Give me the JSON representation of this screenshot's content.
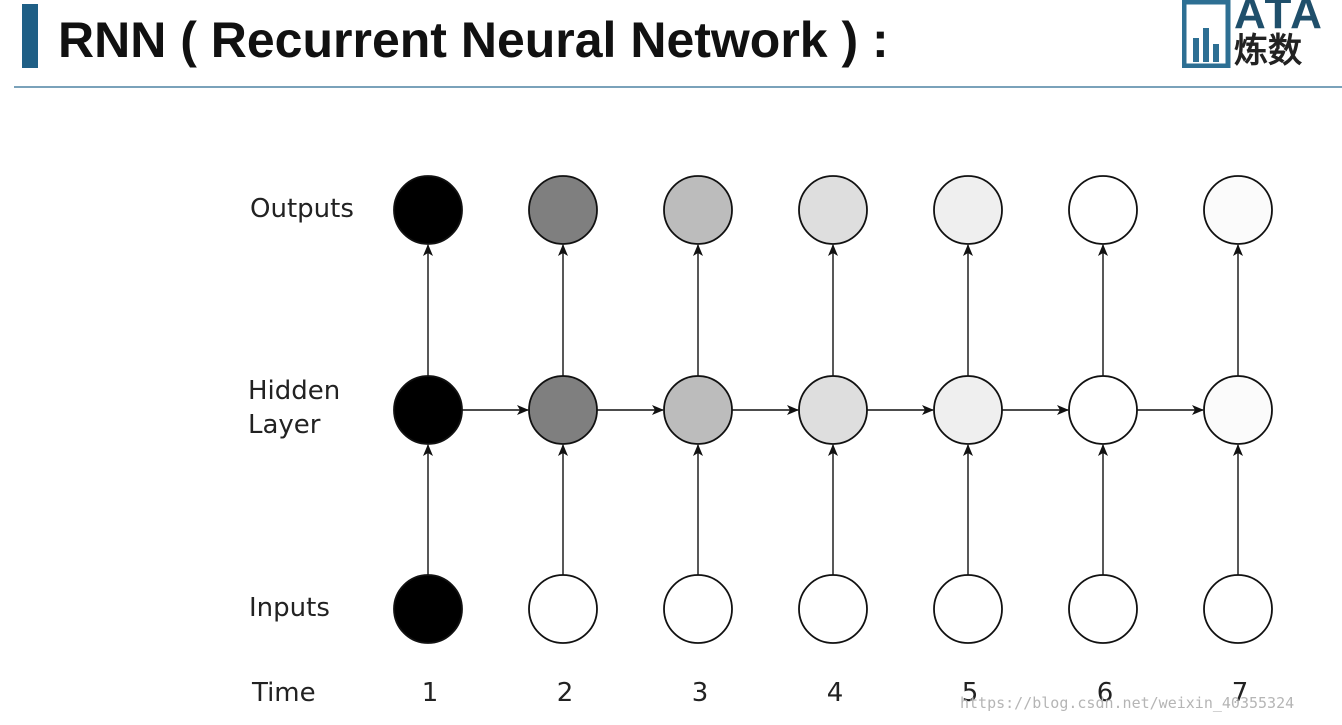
{
  "title": "RNN ( Recurrent Neural Network ) :",
  "logo": {
    "text_top": "ATA",
    "text_bottom": "炼数",
    "color": "#1f4f6b"
  },
  "rows": {
    "outputs": "Outputs",
    "hidden_line1": "Hidden",
    "hidden_line2": "Layer",
    "inputs": "Inputs",
    "time": "Time"
  },
  "time_steps": [
    "1",
    "2",
    "3",
    "4",
    "5",
    "6",
    "7"
  ],
  "node_fills": {
    "outputs": [
      "#000000",
      "#7f7f7f",
      "#bcbcbc",
      "#dedede",
      "#efefef",
      "#ffffff",
      "#fbfbfb"
    ],
    "hidden": [
      "#000000",
      "#7f7f7f",
      "#bcbcbc",
      "#dedede",
      "#efefef",
      "#ffffff",
      "#fbfbfb"
    ],
    "inputs": [
      "#000000",
      "#ffffff",
      "#ffffff",
      "#ffffff",
      "#ffffff",
      "#ffffff",
      "#ffffff"
    ]
  },
  "watermark": "https://blog.csdn.net/weixin_40355324"
}
